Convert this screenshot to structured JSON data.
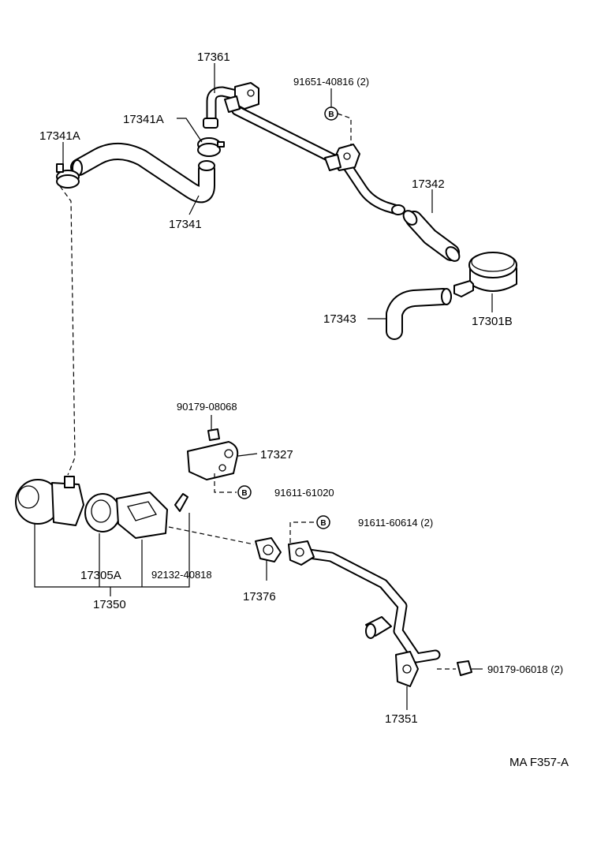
{
  "diagram_code": "MA  F357-A",
  "bolt_marker": "B",
  "labels": {
    "p17361": "17361",
    "p91651": "91651-40816 (2)",
    "p17341A_top": "17341A",
    "p17341A_left": "17341A",
    "p17341": "17341",
    "p17342": "17342",
    "p17343": "17343",
    "p17301B": "17301B",
    "p90179_08068": "90179-08068",
    "p17327": "17327",
    "p91611_61020": "91611-61020",
    "p91611_60614": "91611-60614 (2)",
    "p17305A": "17305A",
    "p92132": "92132-40818",
    "p17350": "17350",
    "p17376": "17376",
    "p90179_06018": "90179-06018 (2)",
    "p17351": "17351"
  }
}
